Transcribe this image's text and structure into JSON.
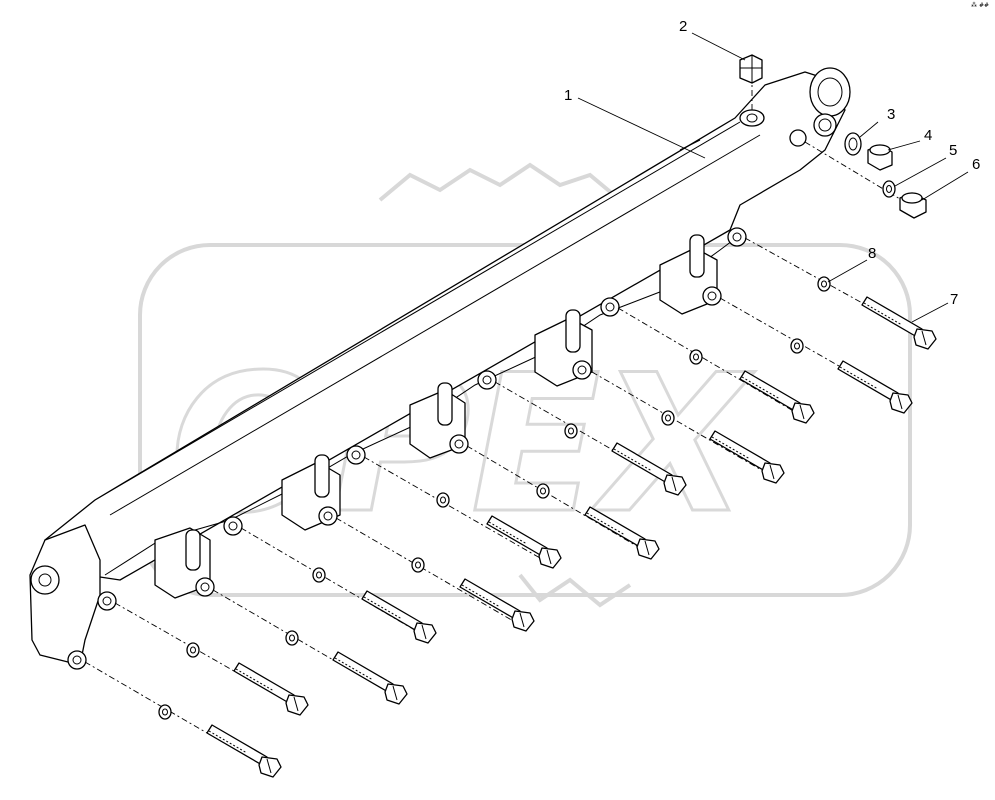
{
  "diagram": {
    "corner_tag": "⁂ ##",
    "watermark": {
      "text": "OPEX"
    },
    "callouts": [
      {
        "id": "1",
        "label": "1"
      },
      {
        "id": "2",
        "label": "2"
      },
      {
        "id": "3",
        "label": "3"
      },
      {
        "id": "4",
        "label": "4"
      },
      {
        "id": "5",
        "label": "5"
      },
      {
        "id": "6",
        "label": "6"
      },
      {
        "id": "7",
        "label": "7"
      },
      {
        "id": "8",
        "label": "8"
      }
    ],
    "colors": {
      "line": "#000000",
      "watermark": "#d9d9d9",
      "background": "#ffffff"
    }
  }
}
